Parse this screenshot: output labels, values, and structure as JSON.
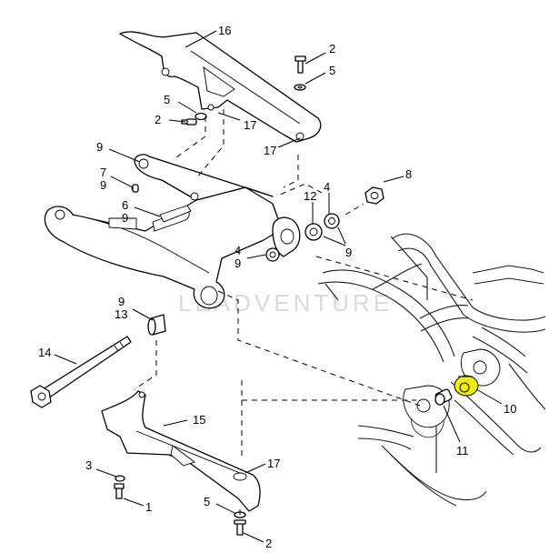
{
  "watermark": "LEADVENTURE",
  "highlight_color": "#f2ee00",
  "callouts": {
    "c16": "16",
    "c2_top": "2",
    "c5_top": "5",
    "c5_left": "5",
    "c2_left": "2",
    "c17_top_right": "17",
    "c17_top": "17",
    "c9_a": "9",
    "c7": "7",
    "c9_b": "9",
    "c6": "6",
    "c9_c": "9",
    "c8": "8",
    "c12": "12",
    "c4_right": "4",
    "c9_right": "9",
    "c4_left": "4",
    "c9_left": "9",
    "c9_d": "9",
    "c13": "13",
    "c14": "14",
    "c10": "10",
    "c11": "11",
    "c15": "15",
    "c3": "3",
    "c1": "1",
    "c17_bottom": "17",
    "c5_bottom": "5",
    "c2_bottom": "2"
  }
}
